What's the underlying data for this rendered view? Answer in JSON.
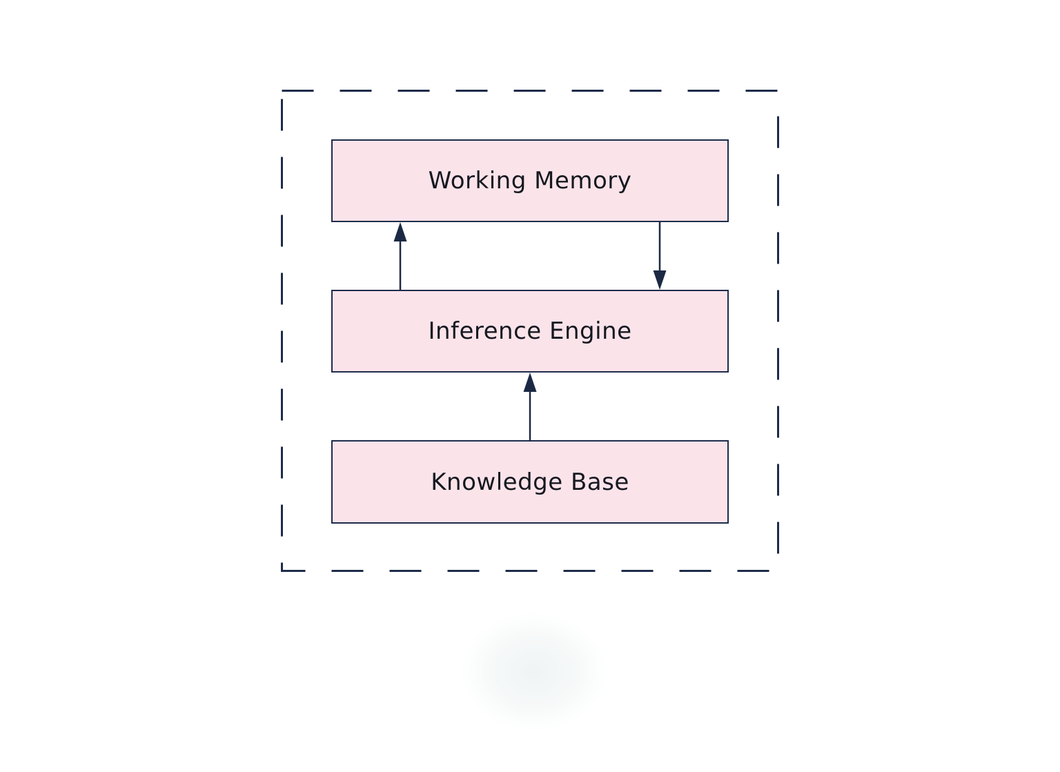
{
  "diagram": {
    "type": "block-diagram",
    "boundary": {
      "style": "dashed-rectangle",
      "color": "#1e2b4a"
    },
    "nodes": [
      {
        "id": "working-memory",
        "label": "Working Memory"
      },
      {
        "id": "inference-engine",
        "label": "Inference Engine"
      },
      {
        "id": "knowledge-base",
        "label": "Knowledge Base"
      }
    ],
    "edges": [
      {
        "from": "inference-engine",
        "to": "working-memory",
        "direction": "up",
        "side": "left"
      },
      {
        "from": "working-memory",
        "to": "inference-engine",
        "direction": "down",
        "side": "right"
      },
      {
        "from": "knowledge-base",
        "to": "inference-engine",
        "direction": "up",
        "side": "center"
      }
    ],
    "colors": {
      "node_fill": "#fbe3ea",
      "node_border": "#1e2b4a",
      "arrow": "#1c2944",
      "text": "#16181f",
      "background": "#ffffff"
    }
  }
}
